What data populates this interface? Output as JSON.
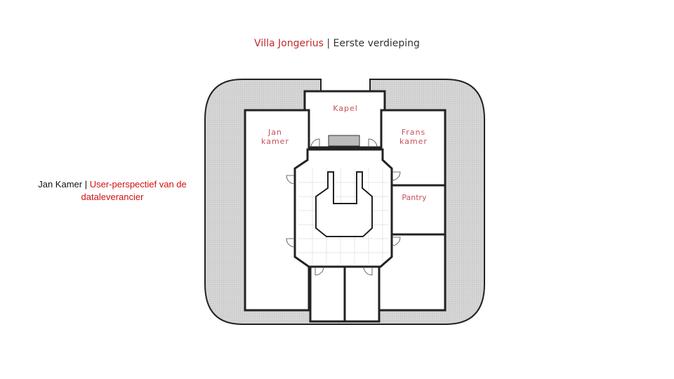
{
  "title": {
    "project": "Villa Jongerius",
    "separator": "|",
    "subtitle": "Eerste verdieping"
  },
  "caption": {
    "name": "Jan Kamer",
    "separator": "|",
    "text": "User-perspectief van de dataleverancier"
  },
  "rooms": {
    "kapel": "Kapel",
    "jan_line1": "Jan",
    "jan_line2": "kamer",
    "frans_line1": "Frans",
    "frans_line2": "kamer",
    "pantry": "Pantry"
  },
  "colors": {
    "accent": "#c0282d",
    "room_label": "#c8505a"
  }
}
